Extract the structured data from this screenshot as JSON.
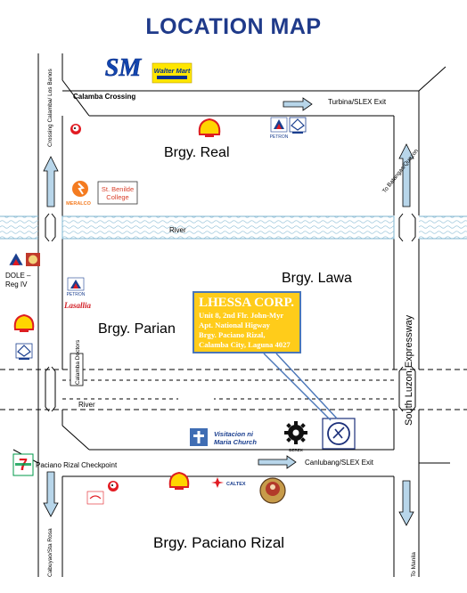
{
  "title": "LOCATION MAP",
  "roads": {
    "calamba_crossing": "Calamba Crossing",
    "turbina": "Turbina/SLEX Exit",
    "canlubang": "Canlubang/SLEX Exit",
    "paciano_checkpoint": "Paciano Rizal Checkpoint",
    "slex": "South Luzon Expressway",
    "crossing_los_banos": "Crossing Calamba/ Los Banos",
    "cabuyao": "Cabuyao/Sta Rosa",
    "to_batangas": "To Batangas/Quezon",
    "to_manila": "To Manila",
    "calamba_doctors": "Calamba Doctors",
    "river_top": "River",
    "river_bottom": "River"
  },
  "barangays": {
    "real": "Brgy. Real",
    "lawa": "Brgy. Lawa",
    "parian": "Brgy. Parian",
    "paciano": "Brgy. Paciano Rizal"
  },
  "landmarks": {
    "st_benilde": "St. Benilde College",
    "dole": "DOLE –\nReg IV",
    "visitacion": "Visitacion ni\nMaria Church",
    "meralco": "MERALCO",
    "petron": "PETRON",
    "caltex": "CALTEX",
    "waltermart": "Walter Mart",
    "sm": "SM",
    "seven_eleven": "7-ELEVEN",
    "derex": "DEREX"
  },
  "callout": {
    "name": "LHESSA CORP.",
    "lines": [
      "Unit 8, 2nd Flr. John-Myr",
      "Apt. National Higway",
      "Brgy. Paciano Rizal,",
      "Calamba City, Laguna 4027"
    ]
  },
  "colors": {
    "title": "#1f3a8a",
    "callout_fill": "#ffcc1a",
    "callout_border": "#4a76b8",
    "road_arrow_fill": "#b8d6ea",
    "river_stroke": "#7fb4cf",
    "shell_red": "#dd1d21",
    "shell_yellow": "#ffd500"
  },
  "icons": [
    "sm-logo",
    "waltermart-logo",
    "shell-icon",
    "petron-icon",
    "meralco-icon",
    "jollibee-icon",
    "church-icon",
    "cross-icon",
    "seven-eleven-icon",
    "caltex-icon",
    "derex-icon"
  ]
}
